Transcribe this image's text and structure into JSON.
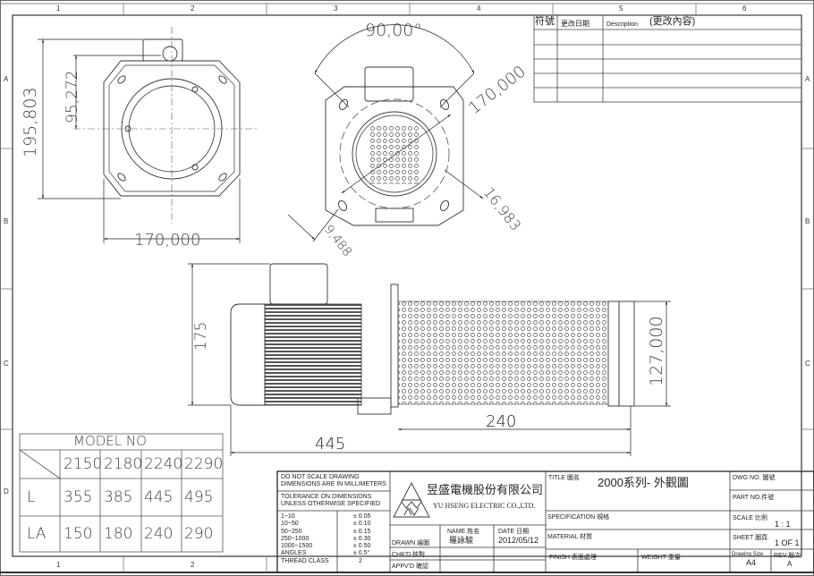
{
  "frame": {
    "column_zones": [
      "1",
      "2",
      "3",
      "4",
      "5",
      "6"
    ],
    "row_zones": [
      "A",
      "B",
      "C",
      "D"
    ]
  },
  "revision_table": {
    "headers": {
      "symbol": "符號",
      "change_date": "更改日期",
      "description": "Description",
      "change_content": "(更改內容)"
    },
    "rows": [
      [
        "",
        "",
        ""
      ],
      [
        "",
        "",
        ""
      ],
      [
        "",
        "",
        ""
      ],
      [
        "",
        "",
        ""
      ],
      [
        "",
        "",
        ""
      ]
    ]
  },
  "views": {
    "rear_view": {
      "dimensions": {
        "height": "195,803",
        "offset": "95,272",
        "width": "170,000"
      }
    },
    "front_view": {
      "dimensions": {
        "angle": "90,00°",
        "diagonal": "170,000",
        "bolt_hole": "16,983",
        "slot": "9,488"
      }
    },
    "side_view": {
      "dimensions": {
        "height": "175",
        "pump_diameter": "127,000",
        "pump_length": "240",
        "overall_length": "445"
      }
    }
  },
  "model_table": {
    "title": "MODEL NO",
    "models": [
      "2150",
      "2180",
      "2240",
      "2290"
    ],
    "rows": [
      {
        "label": "L",
        "values": [
          "355",
          "385",
          "445",
          "495"
        ]
      },
      {
        "label": "LA",
        "values": [
          "150",
          "180",
          "240",
          "290"
        ]
      }
    ]
  },
  "title_block": {
    "notes": {
      "no_scale": "DO NOT SCALE DRAWING",
      "units": "DIMENSIONS ARE IN MILLIMETERS",
      "tolerance_1": "TOLERANCE ON DIMENSIONS",
      "tolerance_2": "UNLESS OTHERWISE SPECIFIED"
    },
    "tolerances": [
      {
        "range": "1~10",
        "value": "± 0.05"
      },
      {
        "range": "10~50",
        "value": "± 0.10"
      },
      {
        "range": "50~250",
        "value": "± 0.15"
      },
      {
        "range": "250~1000",
        "value": "± 0.30"
      },
      {
        "range": "1000~1500",
        "value": "± 0.50"
      },
      {
        "range": "ANGLES",
        "value": "± 0.5°"
      },
      {
        "range": "THREAD CLASS",
        "value": "2"
      }
    ],
    "company": {
      "name_cn": "昱盛電機股份有限公司",
      "name_en": "YU HSENG ELECTRIC CO.,LTD."
    },
    "approval": {
      "name_header": "NAME 姓名",
      "date_header": "DATE 日期",
      "drawn_label": "DRAWN 繪圖",
      "drawn_name": "羅詠駿",
      "drawn_date": "2012/05/12",
      "checked_label": "CHK'D 核對",
      "approved_label": "APPV'D 確認"
    },
    "title_label": "TITLE 圖名",
    "title_value": "2000系列- 外觀圖",
    "specification_label": "SPECIFICATION 規格",
    "material_label": "MATERIAL 材質",
    "finish_label": "FINISH 表面處理",
    "weight_label": "WEIGHT 重量",
    "dwg_no_label": "DWG NO. 圖號",
    "part_no_label": "PART NO.件號",
    "scale_label": "SCALE 比例",
    "scale_value": "1 : 1",
    "sheet_label": "SHEET 圖頁",
    "sheet_value": "1 OF 1",
    "drawing_size_label": "Drawing Size",
    "drawing_size_value": "A4",
    "rev_label": "REV 版次",
    "rev_value": "A"
  }
}
